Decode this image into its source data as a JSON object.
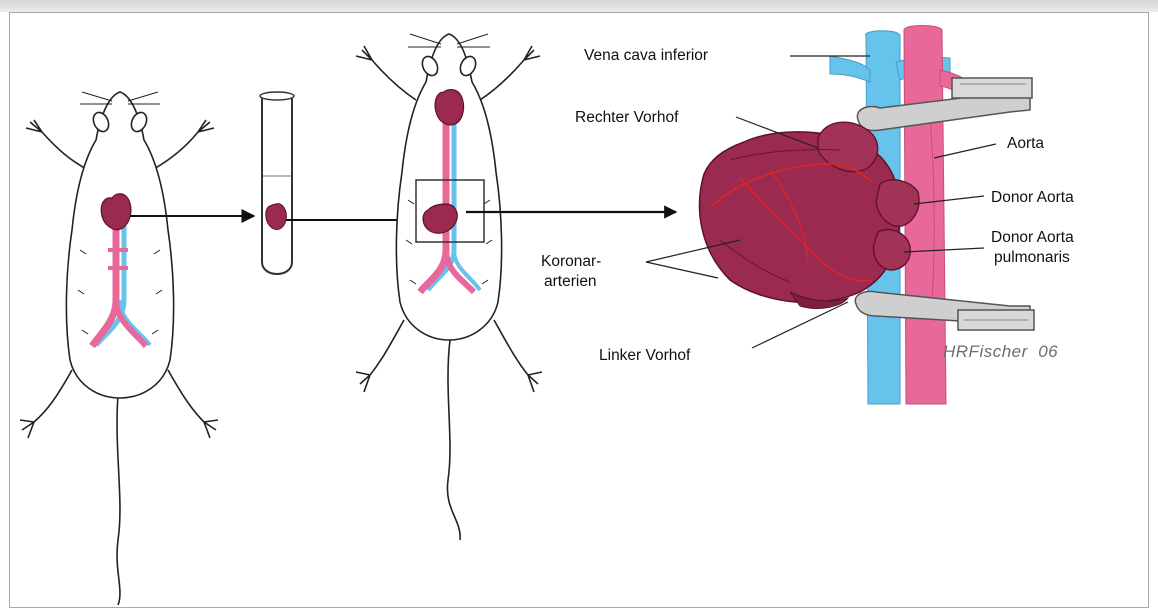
{
  "labels": {
    "vena_cava_inferior": "Vena cava inferior",
    "rechter_vorhof": "Rechter Vorhof",
    "aorta": "Aorta",
    "donor_aorta": "Donor Aorta",
    "donor_aorta_pulmonaris_line1": "Donor Aorta",
    "donor_aorta_pulmonaris_line2": "pulmonaris",
    "koronararterien_line1": "Koronar-",
    "koronararterien_line2": "arterien",
    "linker_vorhof": "Linker Vorhof"
  },
  "signature": "HRFischer  06",
  "colors": {
    "heart": "#9a2a4f",
    "heart_dark": "#6e1a37",
    "artery_pink": "#e8689a",
    "vein_blue": "#66c3ec",
    "coronary_red": "#d8242a",
    "clamp_gray": "#b9b9b9",
    "outline": "#222222"
  }
}
